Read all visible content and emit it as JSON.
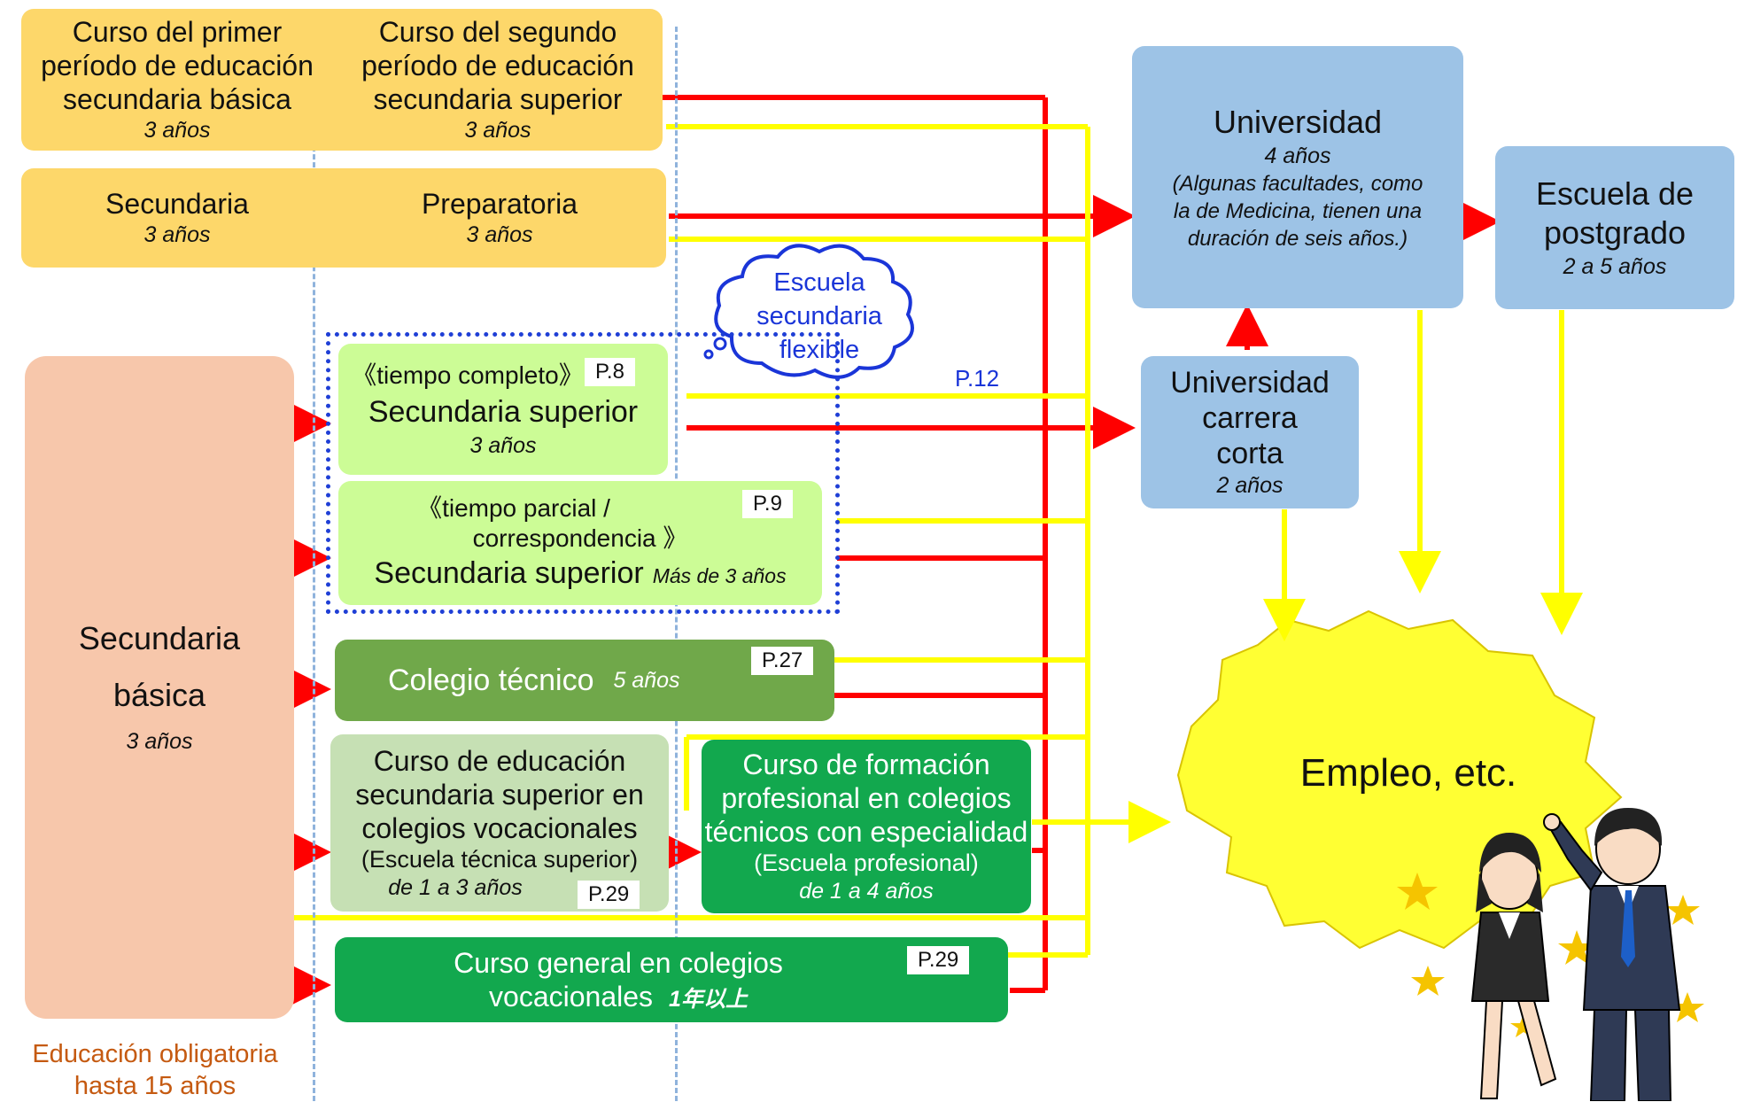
{
  "colors": {
    "yellow_box": "#fdd76a",
    "salmon_box": "#f7c7ab",
    "light_green": "#ccfc96",
    "olive_green": "#70a84a",
    "pale_green": "#c6e0b4",
    "green": "#12a84e",
    "blue_box": "#9dc3e6",
    "red_arrow": "#ff0000",
    "yellow_arrow": "#ffff00",
    "dotted_border": "#1f3fd6",
    "cloud_text": "#1a35d8",
    "footer_text": "#c55a11",
    "burst": "#ffff33"
  },
  "row1": {
    "left_title": "Curso del primer período de educación secundaria básica",
    "left_years": "3 años",
    "right_title": "Curso del segundo período de educación secundaria superior",
    "right_years": "3 años"
  },
  "row2": {
    "left_title": "Secundaria",
    "left_years": "3 años",
    "right_title": "Preparatoria",
    "right_years": "3 años"
  },
  "basica": {
    "line1": "Secundaria",
    "line2": "básica",
    "years": "3 años"
  },
  "full_time": {
    "mode": "《tiempo completo》",
    "page": "P.8",
    "title": "Secundaria superior",
    "years": "3 años"
  },
  "part_time": {
    "mode_line1": "《tiempo parcial /",
    "mode_line2": "correspondencia 》",
    "page": "P.9",
    "title": "Secundaria superior",
    "years": "Más de 3 años"
  },
  "flexible": {
    "line1": "Escuela",
    "line2": "secundaria",
    "line3": "flexible",
    "page": "P.12"
  },
  "tecnico": {
    "title": "Colegio  técnico",
    "years": "5 años",
    "page": "P.27"
  },
  "vocational_upper": {
    "line1": "Curso de educación",
    "line2": "secundaria superior en",
    "line3": "colegios vocacionales",
    "line4": "(Escuela técnica superior)",
    "years": "de 1 a 3 años",
    "page": "P.29"
  },
  "professional": {
    "line1": "Curso de formación",
    "line2": "profesional en colegios",
    "line3": "técnicos con especialidad",
    "line4": "(Escuela profesional)",
    "years": "de 1 a 4 años"
  },
  "general_vocational": {
    "line1": "Curso general en colegios",
    "line2": "vocacionales",
    "years": "1年以上",
    "page": "P.29"
  },
  "university": {
    "title": "Universidad",
    "years": "4 años",
    "note_line1": "(Algunas facultades, como",
    "note_line2": "la de Medicina, tienen una",
    "note_line3": "duración de seis años.)"
  },
  "junior_college": {
    "line1": "Universidad",
    "line2": "carrera",
    "line3": "corta",
    "years": "2 años"
  },
  "graduate": {
    "line1": "Escuela de",
    "line2": "postgrado",
    "years": "2 a 5 años"
  },
  "employment": {
    "label": "Empleo, etc."
  },
  "footer": {
    "line1": "Educación obligatoria",
    "line2": "hasta 15 años"
  }
}
